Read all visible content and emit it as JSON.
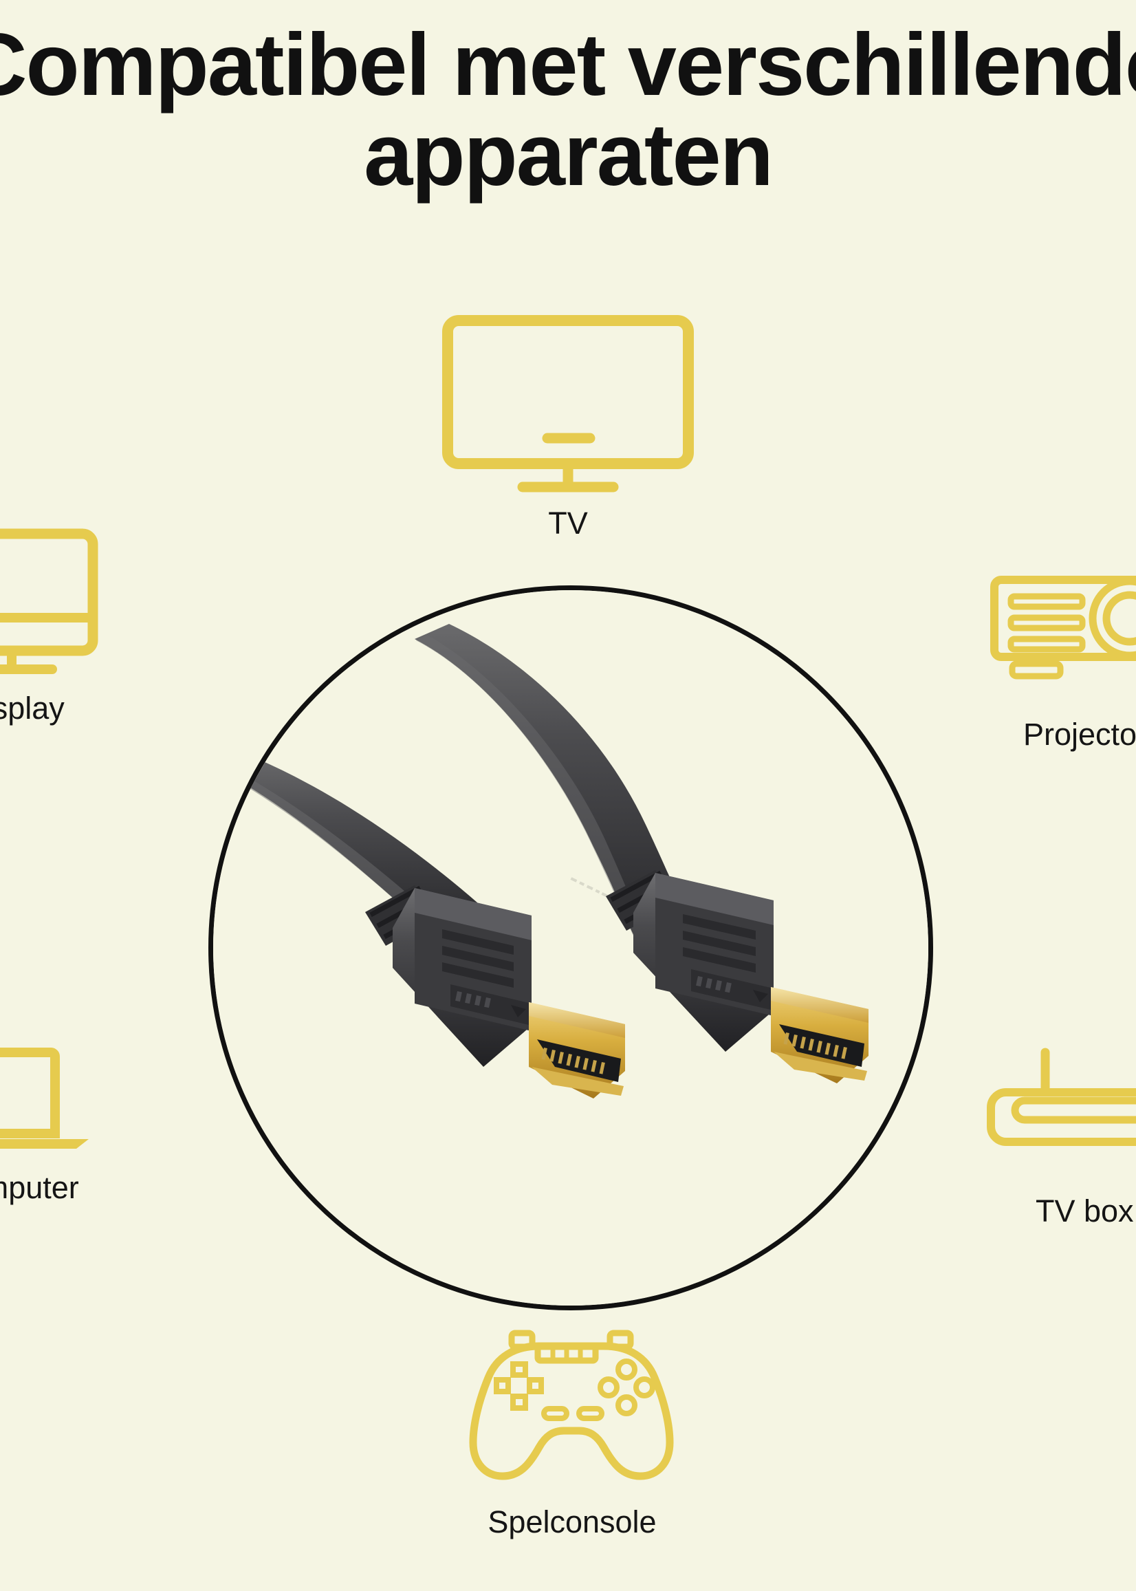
{
  "page": {
    "background_color": "#f5f5e3",
    "accent_color": "#e6cb4e",
    "text_color": "#111111",
    "title": "Compatibel met verschillende\napparaten"
  },
  "devices": [
    {
      "id": "tv",
      "label": "TV",
      "icon": "television-icon"
    },
    {
      "id": "display",
      "label": "Display",
      "icon": "monitor-icon"
    },
    {
      "id": "projector",
      "label": "Projector",
      "icon": "projector-icon"
    },
    {
      "id": "computer",
      "label": "Computer",
      "icon": "laptop-icon"
    },
    {
      "id": "tvbox",
      "label": "TV box",
      "icon": "tv-box-router-icon"
    },
    {
      "id": "console",
      "label": "Spelconsole",
      "icon": "game-controller-icon"
    }
  ],
  "product": {
    "name": "hdmi-cable-photo",
    "description": "HDMI kabel met twee vergulde connectoren",
    "circle_outline_color": "#111111"
  }
}
